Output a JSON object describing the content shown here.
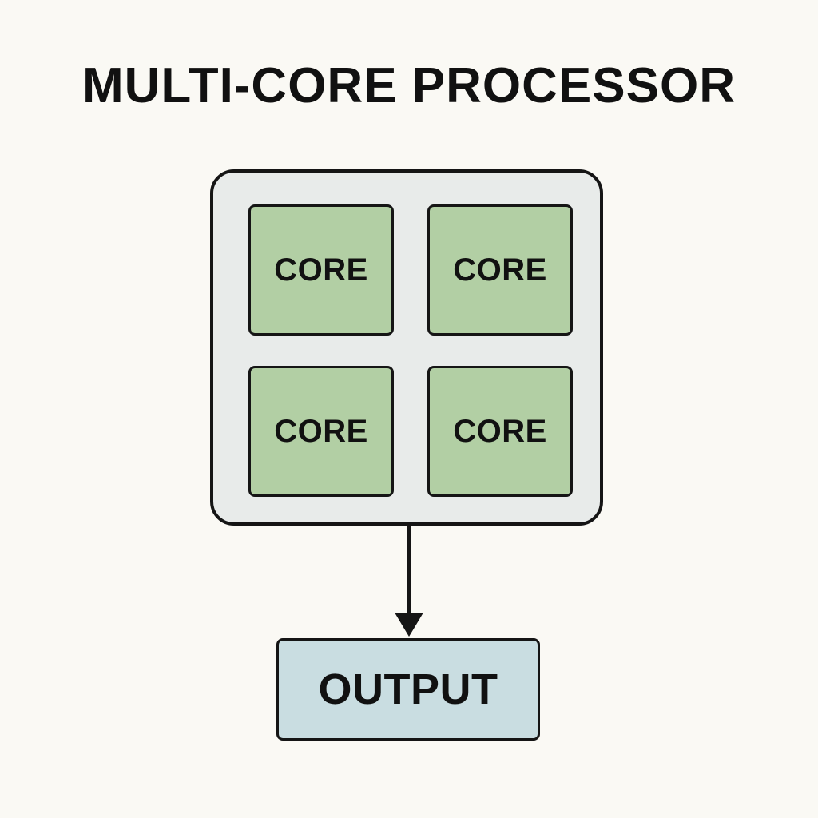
{
  "title": "MULTI-CORE PROCESSOR",
  "processor": {
    "cores": [
      "CORE",
      "CORE",
      "CORE",
      "CORE"
    ]
  },
  "output": {
    "label": "OUTPUT"
  },
  "colors": {
    "background": "#faf9f4",
    "processor_fill": "#e8ebea",
    "core_fill": "#b2cfa4",
    "output_fill": "#c9dde1",
    "stroke": "#151515"
  },
  "edges": [
    {
      "from": "processor",
      "to": "output",
      "arrow": "forward"
    }
  ]
}
